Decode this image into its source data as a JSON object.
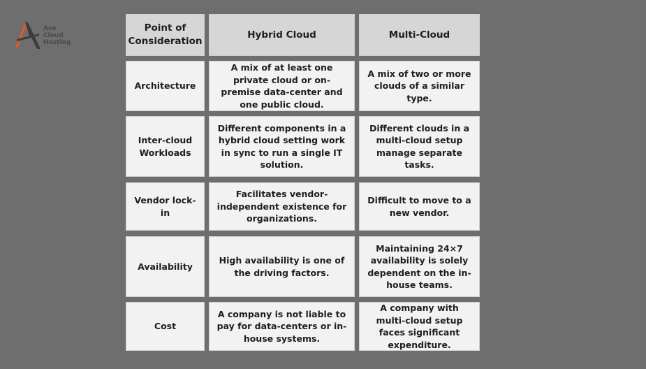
{
  "logo": {
    "lines": [
      "Ace",
      "Cloud",
      "Hosting"
    ]
  },
  "table": {
    "headers": [
      "Point of Consideration",
      "Hybrid Cloud",
      "Multi-Cloud"
    ],
    "rows": [
      {
        "label": "Architecture",
        "hybrid": "A mix of at least one private cloud or on-premise data-center and one public cloud.",
        "multi": "A mix of two or more clouds of a similar type."
      },
      {
        "label": "Inter-cloud Workloads",
        "hybrid": "Different components in a hybrid cloud setting work in sync to run a single IT solution.",
        "multi": "Different clouds in a multi-cloud setup manage separate tasks."
      },
      {
        "label": "Vendor lock-in",
        "hybrid": "Facilitates vendor-independent existence for organizations.",
        "multi": "Difficult to move to a new vendor."
      },
      {
        "label": "Availability",
        "hybrid": "High availability is one of the driving factors.",
        "multi": "Maintaining 24×7 availability is solely dependent on the in-house teams."
      },
      {
        "label": "Cost",
        "hybrid": "A company is not liable to pay for data-centers or in-house systems.",
        "multi": "A company with multi-cloud setup faces significant expenditure."
      }
    ]
  }
}
